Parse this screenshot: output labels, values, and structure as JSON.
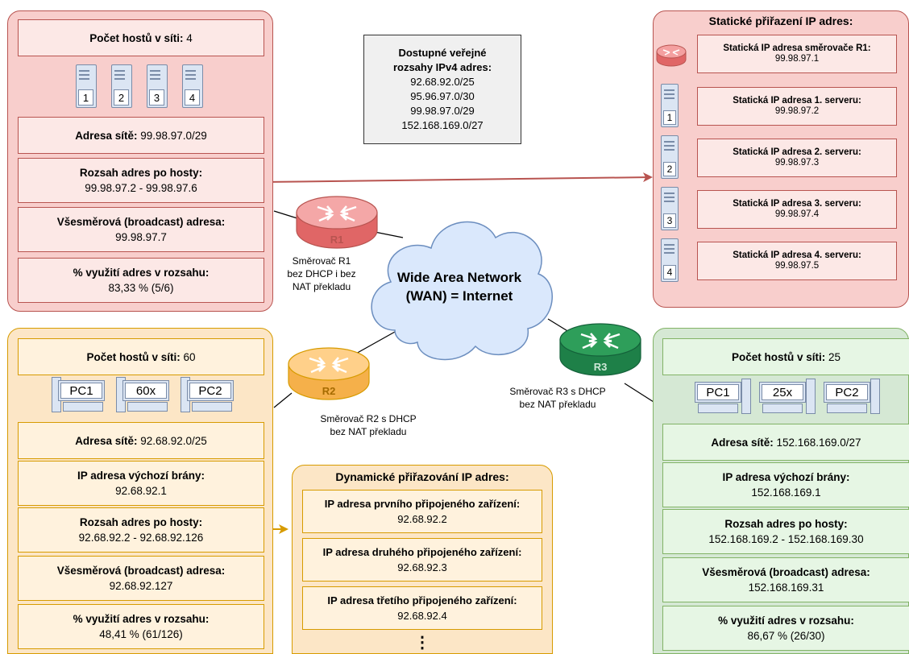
{
  "colors": {
    "red_group": "#f8cecc",
    "orange_group": "#fce6c6",
    "green_group": "#d5e8d4",
    "wan_cloud": "#dae8fc",
    "r1": "#f08080",
    "r2": "#ffc060",
    "r3": "#2e9e5a"
  },
  "tl": {
    "hosts_label": "Počet hostů v síti:",
    "hosts_value": " 4",
    "servers": [
      "1",
      "2",
      "3",
      "4"
    ],
    "net_label": "Adresa sítě:",
    "net_value": " 99.98.97.0/29",
    "range_label": "Rozsah adres po hosty:",
    "range_value": "99.98.97.2 - 99.98.97.6",
    "bcast_label": "Všesměrová (broadcast) adresa:",
    "bcast_value": "99.98.97.7",
    "usage_label": "% využití adres v rozsahu:",
    "usage_value": "83,33 % (5/6)"
  },
  "public": {
    "title1": "Dostupné veřejné",
    "title2": "rozsahy IPv4 adres:",
    "ranges": [
      "92.68.92.0/25",
      "95.96.97.0/30",
      "99.98.97.0/29",
      "152.168.169.0/27"
    ]
  },
  "tr": {
    "title": "Statické přiřazení IP adres:",
    "router_label": "Statická IP adresa směrovače R1:",
    "router_value": "99.98.97.1",
    "servers": [
      {
        "num": "1",
        "label": "Statická IP adresa 1. serveru:",
        "value": "99.98.97.2"
      },
      {
        "num": "2",
        "label": "Statická IP adresa 2. serveru:",
        "value": "99.98.97.3"
      },
      {
        "num": "3",
        "label": "Statická IP adresa 3. serveru:",
        "value": "99.98.97.4"
      },
      {
        "num": "4",
        "label": "Statická IP adresa 4. serveru:",
        "value": "99.98.97.5"
      }
    ]
  },
  "routers": {
    "r1": {
      "name": "R1",
      "cap1": "Směrovač R1",
      "cap2": "bez DHCP i bez",
      "cap3": "NAT překladu"
    },
    "r2": {
      "name": "R2",
      "cap1": "Směrovač R2 s DHCP",
      "cap2": "bez NAT překladu"
    },
    "r3": {
      "name": "R3",
      "cap1": "Směrovač R3 s DHCP",
      "cap2": "bez NAT překladu"
    }
  },
  "wan": {
    "line1": "Wide Area Network",
    "line2": "(WAN) = Internet"
  },
  "bl": {
    "hosts_label": "Počet hostů v síti:",
    "hosts_value": " 60",
    "pcs": [
      "PC1",
      "60x",
      "PC2"
    ],
    "net_label": "Adresa sítě:",
    "net_value": " 92.68.92.0/25",
    "gw_label": "IP adresa výchozí brány:",
    "gw_value": "92.68.92.1",
    "range_label": "Rozsah adres po hosty:",
    "range_value": "92.68.92.2 - 92.68.92.126",
    "bcast_label": "Všesměrová (broadcast) adresa:",
    "bcast_value": "92.68.92.127",
    "usage_label": "% využití adres v rozsahu:",
    "usage_value": "48,41 % (61/126)"
  },
  "dyn": {
    "title": "Dynamické přiřazování IP adres:",
    "items": [
      {
        "label": "IP adresa prvního připojeného zařízení:",
        "value": "92.68.92.2"
      },
      {
        "label": "IP adresa druhého připojeného zařízení:",
        "value": "92.68.92.3"
      },
      {
        "label": "IP adresa třetího připojeného zařízení:",
        "value": "92.68.92.4"
      }
    ],
    "more": "⋮"
  },
  "br": {
    "hosts_label": "Počet hostů v síti:",
    "hosts_value": " 25",
    "pcs": [
      "PC1",
      "25x",
      "PC2"
    ],
    "net_label": "Adresa sítě:",
    "net_value": " 152.168.169.0/27",
    "gw_label": "IP adresa výchozí brány:",
    "gw_value": "152.168.169.1",
    "range_label": "Rozsah adres po hosty:",
    "range_value": "152.168.169.2 - 152.168.169.30",
    "bcast_label": "Všesměrová (broadcast) adresa:",
    "bcast_value": "152.168.169.31",
    "usage_label": "% využití adres v rozsahu:",
    "usage_value": "86,67 % (26/30)"
  }
}
